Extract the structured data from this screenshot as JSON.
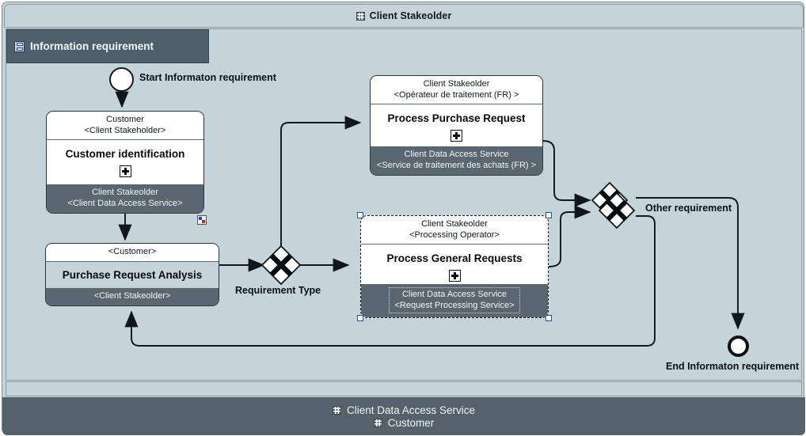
{
  "pool": {
    "title": "Client Stakeolder",
    "icon": "grid-icon"
  },
  "lane": {
    "title": "Information requirement",
    "icon": "document-icon"
  },
  "events": {
    "start": {
      "label": "Start Informaton requirement",
      "type": "start-event"
    },
    "end": {
      "label": "End Informaton requirement",
      "type": "end-event"
    }
  },
  "gateways": [
    {
      "id": "requirement-type",
      "label": "Requirement Type",
      "type": "exclusive-gateway"
    },
    {
      "id": "other-requirement",
      "label": "Other requirement",
      "type": "exclusive-gateway-merge"
    }
  ],
  "tasks": [
    {
      "id": "customer-identification",
      "header": "Customer\n<Client Stakeholder>",
      "name": "Customer identification",
      "footer": "Client Stakeolder\n<Client Data Access Service>",
      "marker": "sub-process-plus",
      "selected": false
    },
    {
      "id": "purchase-request-analysis",
      "header": "<Customer>",
      "name": "Purchase Request Analysis",
      "footer": "<Client Stakeolder>",
      "marker": "none",
      "selected": false
    },
    {
      "id": "process-purchase-request",
      "header": "Client Stakeolder\n<Opérateur de traitement (FR) >",
      "name": "Process Purchase Request",
      "footer": "Client Data Access Service\n<Service de traitement des achats (FR) >",
      "marker": "sub-process-plus",
      "selected": false
    },
    {
      "id": "process-general-requests",
      "header": "Client Stakeolder\n<Processing Operator>",
      "name": "Process General Requests",
      "footer_line1": "Client Data Access Service",
      "footer_line2": "<Request Processing Service>",
      "marker": "sub-process-plus",
      "selected": true
    }
  ],
  "footer": {
    "line1": "Client Data Access Service",
    "line2": "Customer"
  },
  "colors": {
    "pool_background": "#c5d4db",
    "lane_header": "#4f5f6b",
    "task_footer": "#5a6670",
    "footer_bar": "#55626c",
    "stroke": "#1d242a",
    "selection_handle": "#2a4d8f"
  }
}
